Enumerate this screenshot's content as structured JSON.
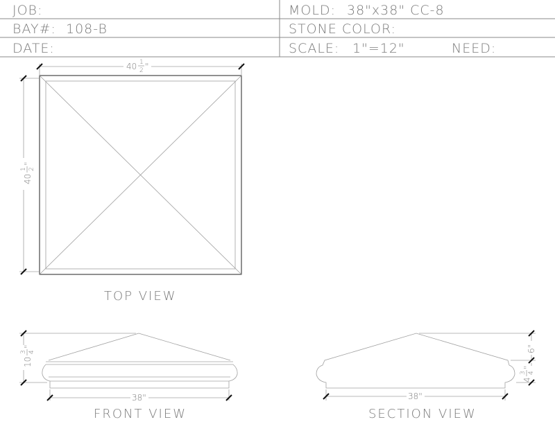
{
  "title_block": {
    "job_label": "JOB:",
    "bay_label": "BAY#:",
    "bay_value": "108-B",
    "date_label": "DATE:",
    "mold_label": "MOLD:",
    "mold_value": "38\"x38\" CC-8",
    "stone_color_label": "STONE COLOR:",
    "scale_label": "SCALE:",
    "scale_value": "1\"=12\"",
    "need_label": "NEED:"
  },
  "top_view": {
    "label": "TOP VIEW",
    "width_whole": "40",
    "width_num": "1",
    "width_den": "2",
    "height_whole": "40",
    "height_num": "1",
    "height_den": "2"
  },
  "front_view": {
    "label": "FRONT VIEW",
    "height_whole": "10",
    "height_num": "3",
    "height_den": "4",
    "width": "38\""
  },
  "section_view": {
    "label": "SECTION VIEW",
    "width": "38\"",
    "rise": "6\"",
    "edge_whole": "4",
    "edge_num": "3",
    "edge_den": "4"
  },
  "colors": {
    "line": "#8a8a8a",
    "text": "#7a7a7a",
    "tick": "#111111",
    "background": "#ffffff"
  }
}
